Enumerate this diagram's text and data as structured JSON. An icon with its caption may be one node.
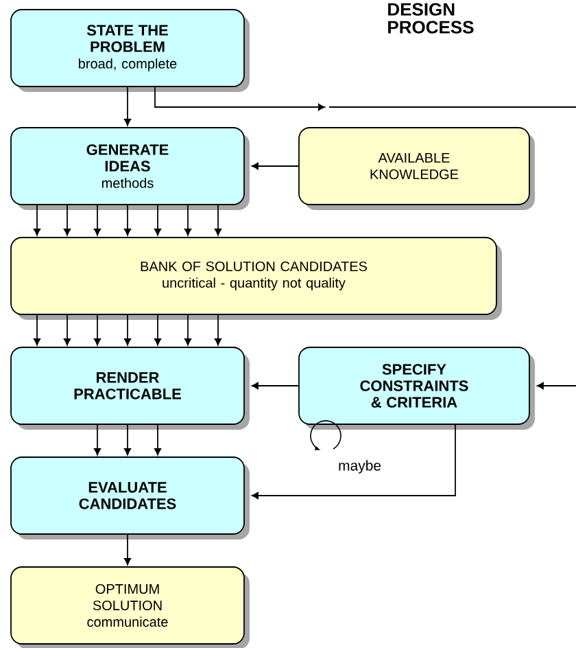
{
  "diagram": {
    "title": "DESIGN PROCESS",
    "nodes": [
      {
        "text": [
          "STATE THE PROBLEM",
          "broad, complete"
        ]
      },
      {
        "text": [
          "GENERATE IDEAS",
          "methods"
        ]
      },
      {
        "text": [
          "AVAILABLE KNOWLEDGE"
        ]
      },
      {
        "text": [
          "BANK OF SOLUTION CANDIDATES",
          "uncritical - quantity not quality"
        ]
      },
      {
        "text": [
          "RENDER PRACTICABLE"
        ]
      },
      {
        "text": [
          "SPECIFY CONSTRAINTS & CRITERIA"
        ]
      },
      {
        "text": [
          "EVALUATE CANDIDATES"
        ]
      },
      {
        "text": [
          "OPTIMUM SOLUTION",
          "communicate"
        ]
      }
    ],
    "edges": [
      {
        "from": 0,
        "to": 1,
        "arrow": "to"
      },
      {
        "from": 0,
        "to": null,
        "arrow": "to"
      },
      {
        "from": 2,
        "to": 1,
        "arrow": "to"
      },
      {
        "from": 1,
        "to": 3,
        "arrow": "to"
      },
      {
        "from": 1,
        "to": 3,
        "arrow": "to"
      },
      {
        "from": 1,
        "to": 3,
        "arrow": "to"
      },
      {
        "from": 1,
        "to": 3,
        "arrow": "to"
      },
      {
        "from": 1,
        "to": 3,
        "arrow": "to"
      },
      {
        "from": 1,
        "to": 3,
        "arrow": "to"
      },
      {
        "from": 1,
        "to": 3,
        "arrow": "to"
      },
      {
        "from": 3,
        "to": 4,
        "arrow": "to"
      },
      {
        "from": 3,
        "to": 4,
        "arrow": "to"
      },
      {
        "from": 3,
        "to": 4,
        "arrow": "to"
      },
      {
        "from": 3,
        "to": 4,
        "arrow": "to"
      },
      {
        "from": 3,
        "to": 4,
        "arrow": "to"
      },
      {
        "from": 3,
        "to": 4,
        "arrow": "to"
      },
      {
        "from": 3,
        "to": 4,
        "arrow": "to"
      },
      {
        "from": null,
        "to": 5,
        "arrow": "to"
      },
      {
        "from": 5,
        "to": 4,
        "arrow": "to"
      },
      {
        "from": 4,
        "to": 6,
        "arrow": "to"
      },
      {
        "from": 4,
        "to": 6,
        "arrow": "to"
      },
      {
        "from": 4,
        "to": 6,
        "arrow": "to"
      },
      {
        "from": 5,
        "to": 6,
        "arrow": "to"
      },
      {
        "from": 6,
        "to": 7,
        "arrow": "to"
      }
    ],
    "labels": [
      "maybe"
    ]
  }
}
